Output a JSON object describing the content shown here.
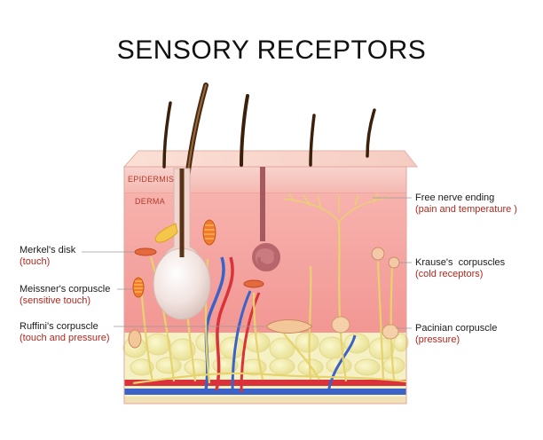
{
  "title": "SENSORY RECEPTORS",
  "colors": {
    "description_text": "#b0281e",
    "label_text": "#1a1a1a",
    "layer_label": "#b33a2c",
    "epidermis": "#f6c7c0",
    "derma": "#f5a3a0",
    "fat": "#f3efb6",
    "artery": "#d9323a",
    "vein": "#3b63c7"
  },
  "layers": {
    "epidermis": "EPIDERMIS",
    "derma": "DERMA"
  },
  "receptors": {
    "merkel": {
      "name": "Merkel's disk",
      "desc": "(touch)"
    },
    "meissner": {
      "name": "Meissner's corpuscle",
      "desc": "(sensitive touch)"
    },
    "ruffini": {
      "name": "Ruffini's corpuscle",
      "desc": "(touch and pressure)"
    },
    "free_nerve": {
      "name": "Free nerve ending",
      "desc": "(pain and temperature )"
    },
    "krause": {
      "name": "Krause's  corpuscles",
      "desc": "(cold receptors)"
    },
    "pacinian": {
      "name": "Pacinian corpuscle",
      "desc": "(pressure)"
    }
  }
}
